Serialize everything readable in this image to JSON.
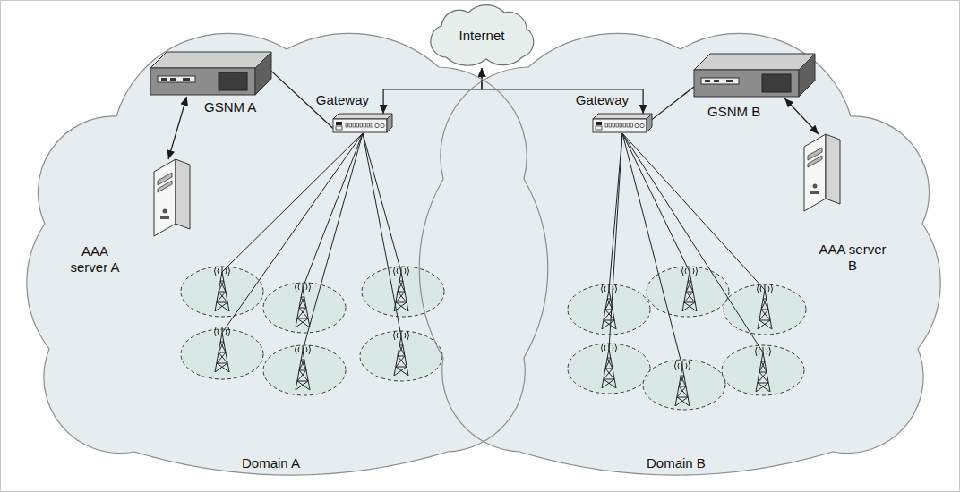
{
  "diagram": {
    "nodes": [
      {
        "text": [
          "Internet"
        ]
      },
      {
        "text": [
          "Domain A"
        ]
      },
      {
        "text": [
          "GSNM A"
        ],
        "in": 1
      },
      {
        "text": [
          "Gateway"
        ],
        "in": 1
      },
      {
        "text": [
          "AAA server A"
        ],
        "in": 1
      },
      {
        "text": [
          "Domain B"
        ]
      },
      {
        "text": [
          "Gateway"
        ],
        "in": 5
      },
      {
        "text": [
          "GSNM B"
        ],
        "in": 5
      },
      {
        "text": [
          "AAA server B"
        ],
        "in": 5
      }
    ],
    "edges": [
      {
        "from": 0,
        "to": 3,
        "arrow": "both"
      },
      {
        "from": 0,
        "to": 6,
        "arrow": "both"
      },
      {
        "from": 2,
        "to": 3,
        "arrow": "none"
      },
      {
        "from": 2,
        "to": 4,
        "arrow": "both"
      },
      {
        "from": 6,
        "to": 7,
        "arrow": "none"
      },
      {
        "from": 7,
        "to": 8,
        "arrow": "both"
      }
    ]
  }
}
